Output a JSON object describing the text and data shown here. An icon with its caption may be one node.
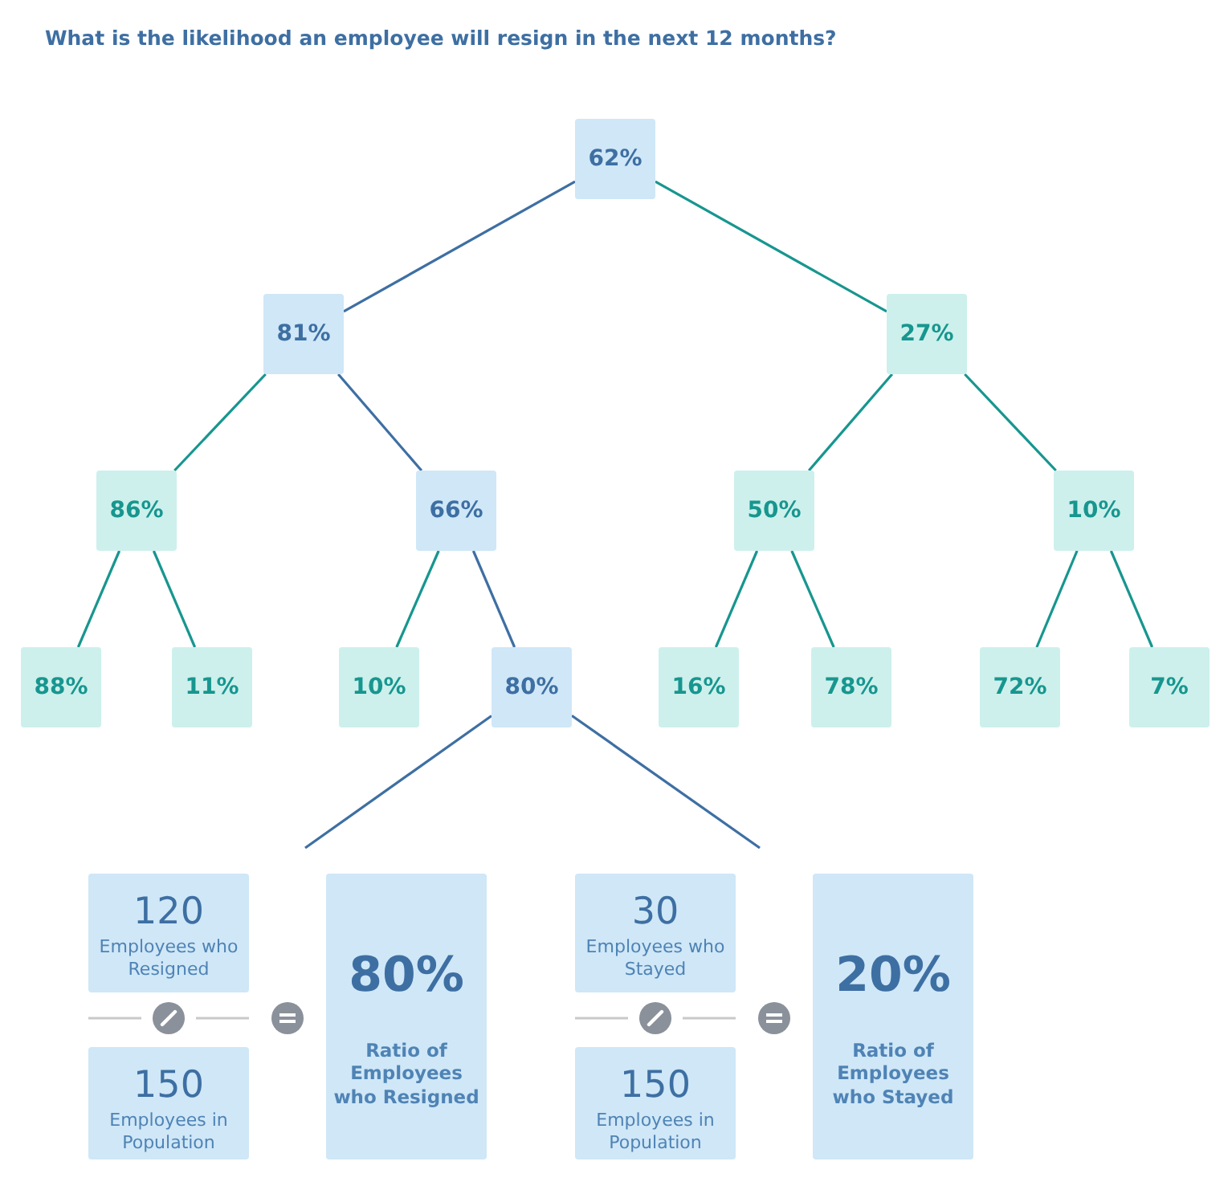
{
  "diagram": {
    "title": "What is the likelihood an employee will resign in the next 12 months?",
    "nodes": [
      {
        "text": [
          "62%"
        ]
      },
      {
        "text": [
          "81%"
        ]
      },
      {
        "text": [
          "27%"
        ]
      },
      {
        "text": [
          "86%"
        ]
      },
      {
        "text": [
          "66%"
        ]
      },
      {
        "text": [
          "50%"
        ]
      },
      {
        "text": [
          "10%"
        ]
      },
      {
        "text": [
          "88%"
        ]
      },
      {
        "text": [
          "11%"
        ]
      },
      {
        "text": [
          "10%"
        ]
      },
      {
        "text": [
          "80%"
        ]
      },
      {
        "text": [
          "16%"
        ]
      },
      {
        "text": [
          "78%"
        ]
      },
      {
        "text": [
          "72%"
        ]
      },
      {
        "text": [
          "7%"
        ]
      },
      {
        "text": [
          "120",
          "Employees who Resigned"
        ]
      },
      {
        "text": [
          "150",
          "Employees in Population"
        ]
      },
      {
        "text": [
          "80%",
          "Ratio of Employees who Resigned"
        ]
      },
      {
        "text": [
          "30",
          "Employees who Stayed"
        ]
      },
      {
        "text": [
          "150",
          "Employees in Population"
        ]
      },
      {
        "text": [
          "20%",
          "Ratio of Employees who Stayed"
        ]
      }
    ],
    "edges": [
      {
        "from": 0,
        "to": 1,
        "arrow": "none",
        "color": "#3e6fa3"
      },
      {
        "from": 0,
        "to": 2,
        "arrow": "none"
      },
      {
        "from": 1,
        "to": 3,
        "arrow": "none"
      },
      {
        "from": 1,
        "to": 4,
        "arrow": "none",
        "color": "#3e6fa3"
      },
      {
        "from": 2,
        "to": 5,
        "arrow": "none"
      },
      {
        "from": 2,
        "to": 6,
        "arrow": "none"
      },
      {
        "from": 3,
        "to": 7,
        "arrow": "none"
      },
      {
        "from": 3,
        "to": 8,
        "arrow": "none"
      },
      {
        "from": 4,
        "to": 9,
        "arrow": "none"
      },
      {
        "from": 4,
        "to": 10,
        "arrow": "none",
        "color": "#3e6fa3"
      },
      {
        "from": 5,
        "to": 11,
        "arrow": "none"
      },
      {
        "from": 5,
        "to": 12,
        "arrow": "none"
      },
      {
        "from": 6,
        "to": 13,
        "arrow": "none"
      },
      {
        "from": 6,
        "to": 14,
        "arrow": "none"
      },
      {
        "from": 10,
        "to": null,
        "arrow": "none",
        "color": "#3e6fa3"
      },
      {
        "from": 10,
        "to": null,
        "arrow": "none",
        "color": "#3e6fa3"
      }
    ]
  }
}
